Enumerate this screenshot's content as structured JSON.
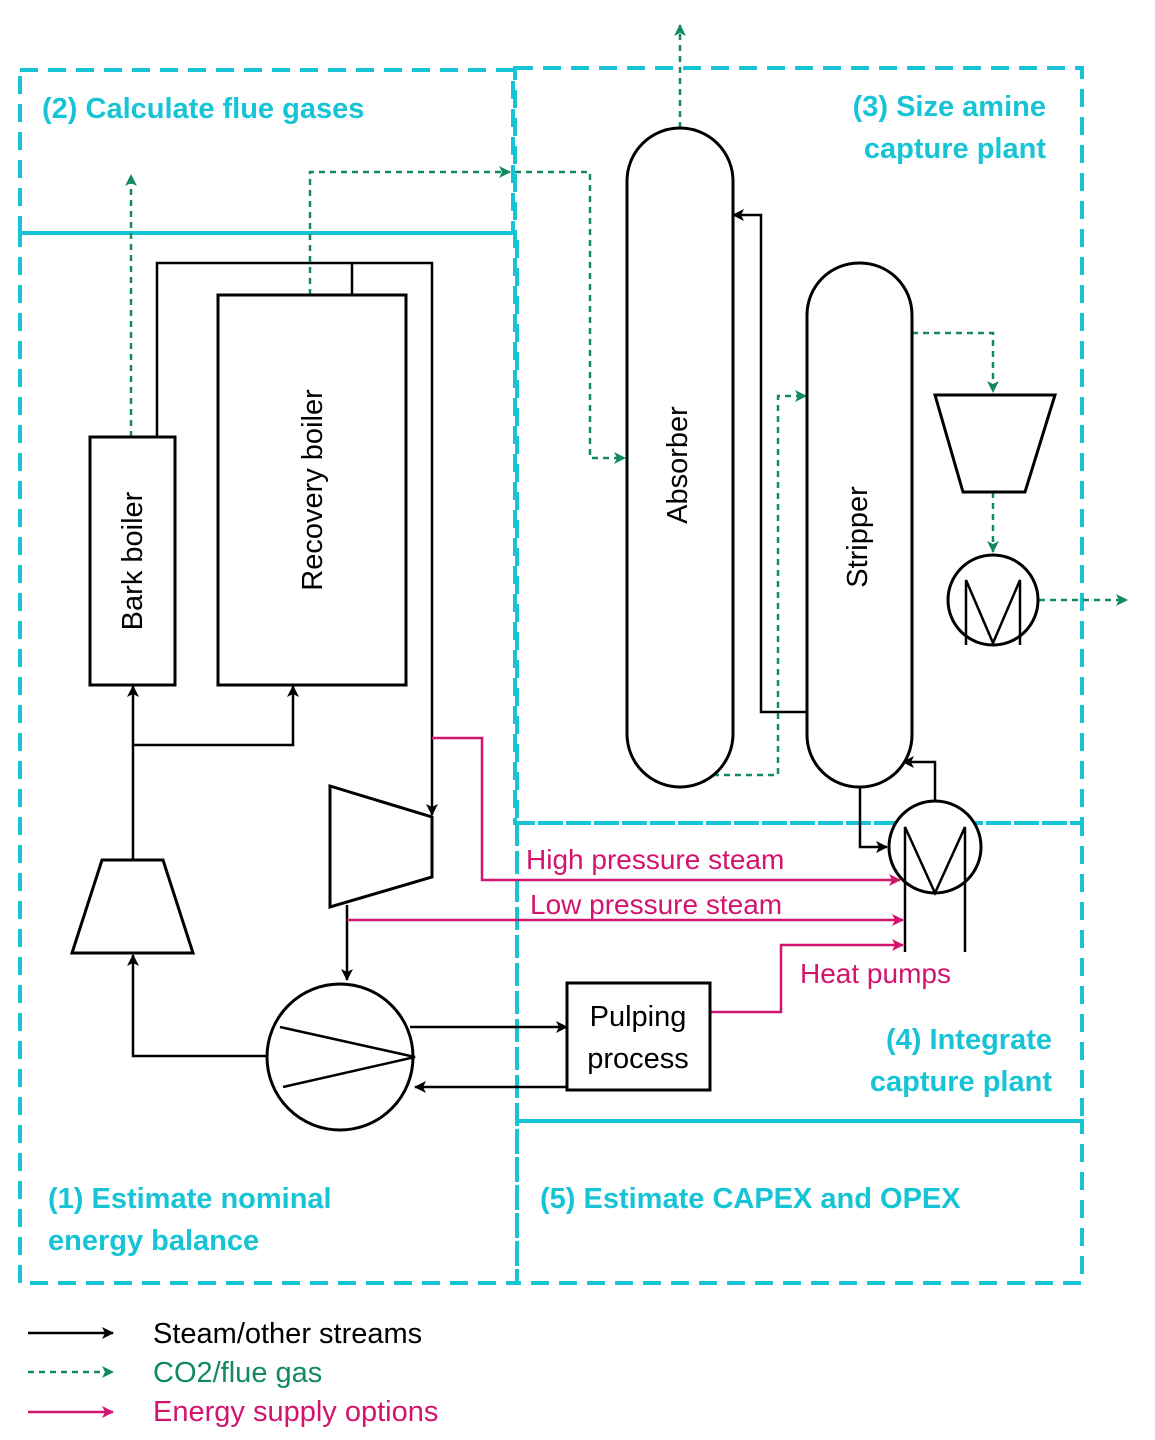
{
  "regions": {
    "r1": "(1) Estimate nominal",
    "r1b": "energy balance",
    "r2": "(2) Calculate flue gases",
    "r3": "(3) Size amine",
    "r3b": "capture plant",
    "r4": "(4) Integrate",
    "r4b": "capture plant",
    "r5": "(5) Estimate CAPEX and OPEX"
  },
  "units": {
    "bark_boiler": "Bark boiler",
    "recovery_boiler": "Recovery boiler",
    "absorber": "Absorber",
    "stripper": "Stripper",
    "pulping_1": "Pulping",
    "pulping_2": "process"
  },
  "streams": {
    "hp_steam": "High pressure steam",
    "lp_steam": "Low pressure steam",
    "heat_pumps": "Heat pumps"
  },
  "legend": {
    "steam": "Steam/other streams",
    "co2": "CO2/flue gas",
    "energy": "Energy supply options"
  },
  "colors": {
    "region": "#17c4d6",
    "steam": "#000000",
    "co2": "#138a5e",
    "energy": "#d2146f"
  }
}
